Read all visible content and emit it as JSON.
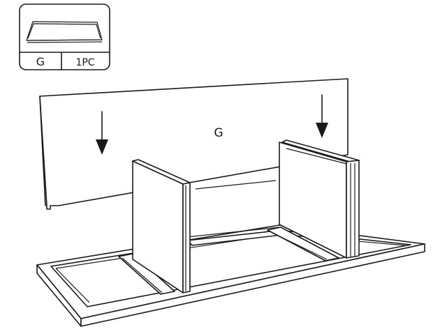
{
  "legend": {
    "part_letter": "G",
    "quantity": "1PC"
  },
  "diagram": {
    "panel_label": "G",
    "arrow_count": 2,
    "line_color": "#1a1a1a",
    "background": "#ffffff"
  }
}
